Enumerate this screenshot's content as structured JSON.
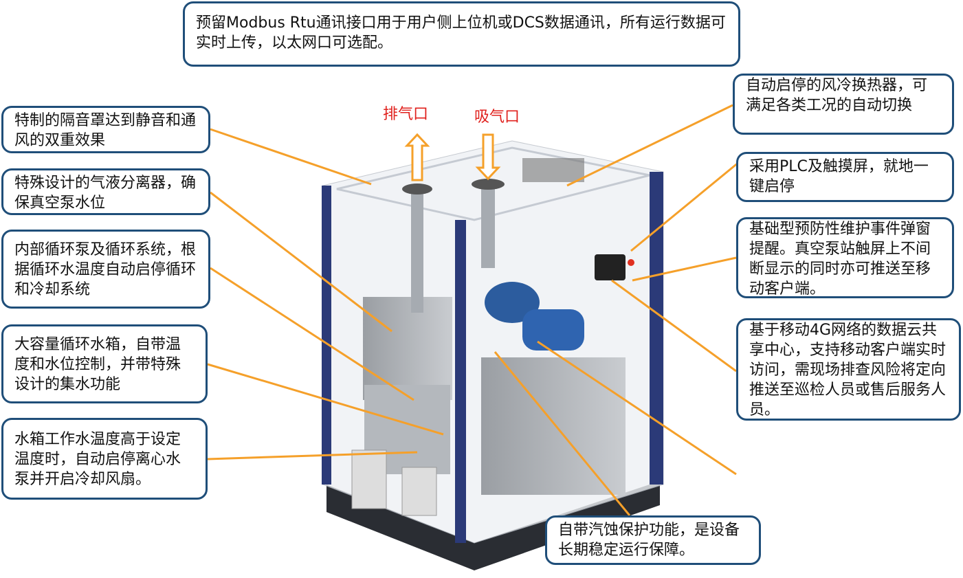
{
  "labels": {
    "exhaust": "排气口",
    "intake": "吸气口"
  },
  "callouts": {
    "top": "预留Modbus Rtu通讯接口用于用户侧上位机或DCS数据通讯，所有运行数据可实时上传，以太网口可选配。",
    "left": [
      "特制的隔音罩达到静音和通风的双重效果",
      "特殊设计的气液分离器，确保真空泵水位",
      "内部循环泵及循环系统，根据循环水温度自动启停循环和冷却系统",
      "大容量循环水箱，自带温度和水位控制，并带特殊设计的集水功能",
      "水箱工作水温度高于设定温度时，自动启停离心水泵并开启冷却风扇。"
    ],
    "right": [
      "自动启停的风冷换热器，可满足各类工况的自动切换",
      "采用PLC及触摸屏，就地一键启停",
      "基础型预防性维护事件弹窗提醒。真空泵站触屏上不间断显示的同时亦可推送至移动客户端。",
      "基于移动4G网络的数据云共享中心，支持移动客户端实时访问，需现场排查风险将定向推送至巡检人员或售后服务人员。"
    ],
    "bottom": "自带汽蚀保护功能，是设备长期稳定运行保障。"
  },
  "colors": {
    "border": "#1f4e79",
    "leader": "#f5a02a",
    "label": "#e0201c",
    "frame": "#2b3a78"
  }
}
